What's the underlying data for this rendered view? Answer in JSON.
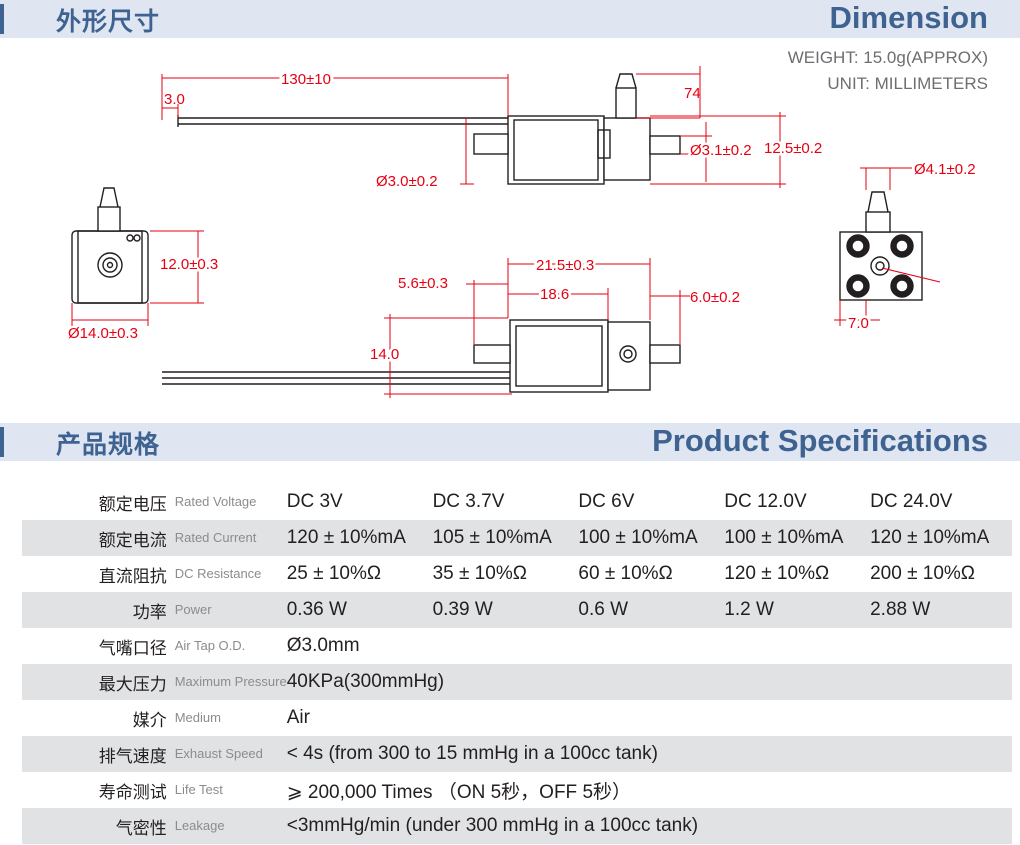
{
  "dimension_section": {
    "title_cn": "外形尺寸",
    "title_en": "Dimension",
    "weight": "WEIGHT: 15.0g(APPROX)",
    "unit": "UNIT: MILLIMETERS",
    "dims": {
      "d130": "130±10",
      "d3": "3.0",
      "d74": "74",
      "d31": "Ø3.1±0.2",
      "d125": "12.5±0.2",
      "d30": "Ø3.0±0.2",
      "d41": "Ø4.1±0.2",
      "d12": "12.0±0.3",
      "d14": "Ø14.0±0.3",
      "d215": "21.5±0.3",
      "d56": "5.6±0.3",
      "d186": "18.6",
      "d60": "6.0±0.2",
      "d140": "14.0",
      "d70": "7.0"
    }
  },
  "spec_section": {
    "title_cn": "产品规格",
    "title_en": "Product Specifications",
    "rows": [
      {
        "cn": "额定电压",
        "en": "Rated Voltage",
        "values": [
          "DC 3V",
          "DC 3.7V",
          "DC 6V",
          "DC 12.0V",
          "DC 24.0V"
        ]
      },
      {
        "cn": "额定电流",
        "en": "Rated Current",
        "values": [
          "120 ± 10%mA",
          "105 ± 10%mA",
          "100 ± 10%mA",
          "100 ± 10%mA",
          "120 ± 10%mA"
        ]
      },
      {
        "cn": "直流阻抗",
        "en": "DC Resistance",
        "values": [
          "25 ± 10%Ω",
          "35 ± 10%Ω",
          "60 ± 10%Ω",
          "120 ± 10%Ω",
          "200 ± 10%Ω"
        ]
      },
      {
        "cn": "功率",
        "en": "Power",
        "values": [
          "0.36 W",
          "0.39 W",
          "0.6 W",
          "1.2 W",
          "2.88 W"
        ]
      },
      {
        "cn": "气嘴口径",
        "en": "Air Tap O.D.",
        "value": "Ø3.0mm"
      },
      {
        "cn": "最大压力",
        "en": "Maximum Pressure",
        "value": "40KPa(300mmHg)"
      },
      {
        "cn": "媒介",
        "en": "Medium",
        "value": "Air"
      },
      {
        "cn": "排气速度",
        "en": "Exhaust Speed",
        "value": "< 4s (from 300 to 15 mmHg in a 100cc tank)"
      },
      {
        "cn": "寿命测试",
        "en": "Life Test",
        "value": "⩾ 200,000 Times （ON 5秒，OFF 5秒）"
      },
      {
        "cn": "气密性",
        "en": "Leakage",
        "value": "<3mmHg/min  (under 300 mmHg in a 100cc tank)"
      }
    ]
  }
}
